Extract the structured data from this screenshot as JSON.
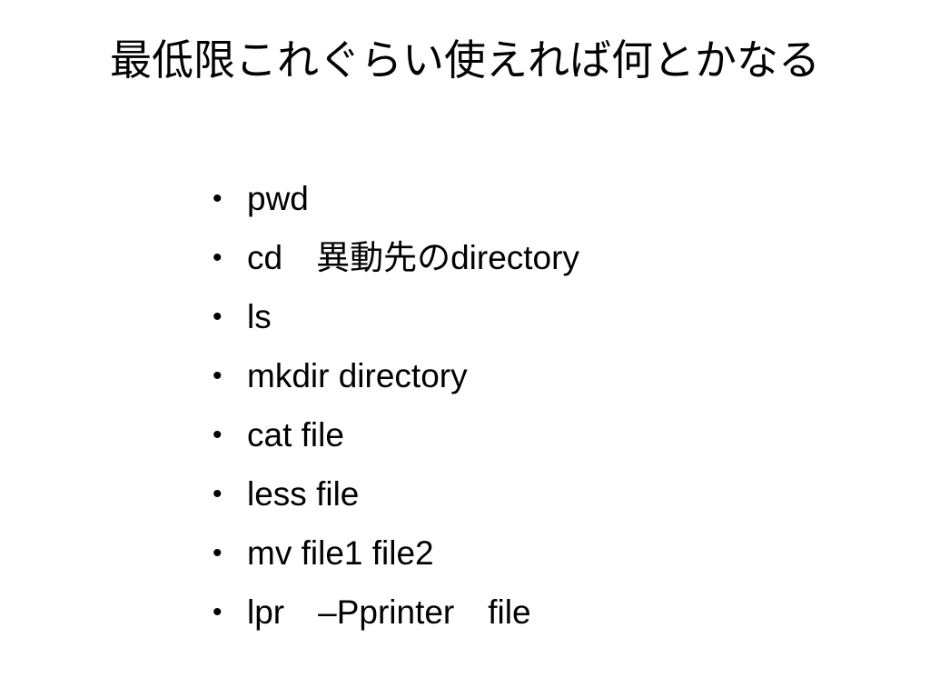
{
  "slide": {
    "title": "最低限これぐらい使えれば何とかなる",
    "bullet_symbol": "•",
    "items": [
      "pwd",
      "cd　異動先のdirectory",
      "ls",
      "mkdir directory",
      "cat file",
      "less file",
      "mv file1 file2",
      "lpr　–Pprinter　file"
    ]
  }
}
